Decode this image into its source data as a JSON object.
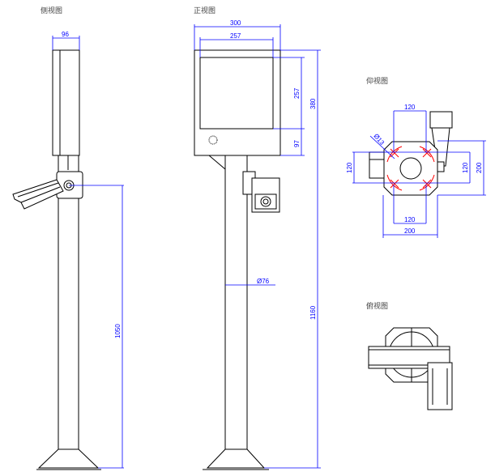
{
  "titles": {
    "side": "侧视图",
    "front": "正视图",
    "bottom": "仰视图",
    "top": "俯视图"
  },
  "side_dims": {
    "width": "96",
    "height": "1050"
  },
  "front_dims": {
    "outer_width": "300",
    "screen_width": "257",
    "screen_height": "257",
    "bottom_margin": "97",
    "panel_height": "380",
    "total_height": "1160",
    "pole_diameter": "Ø76"
  },
  "bottom_dims": {
    "top": "120",
    "bottom": "120",
    "bottom_outer": "200",
    "left": "120",
    "right": "120",
    "right_outer": "200",
    "hole": "Ø13"
  },
  "colors": {
    "dimension": "#0000ff",
    "hole_marks": "#ff0000",
    "outline": "#000000"
  }
}
